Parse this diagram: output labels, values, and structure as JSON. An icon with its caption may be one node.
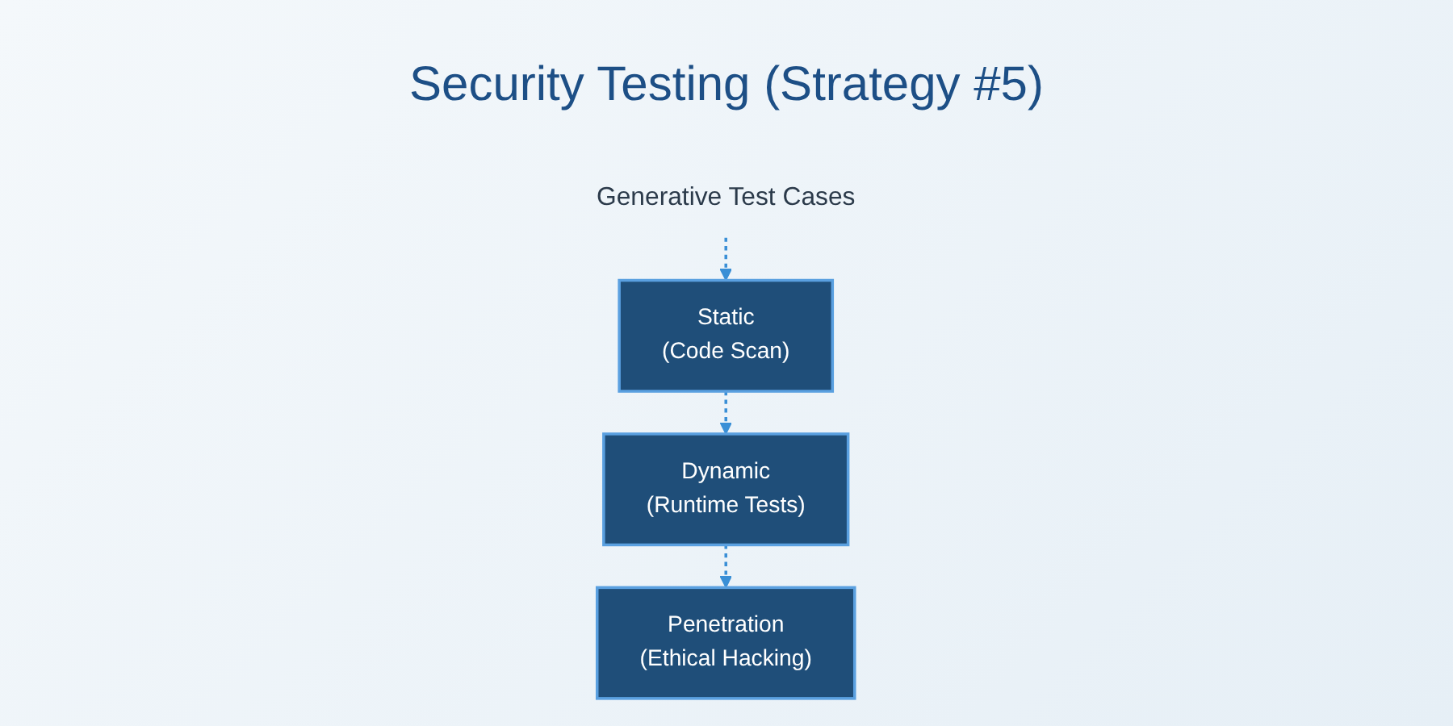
{
  "diagram": {
    "title": "Security Testing (Strategy #5)",
    "nodes": [
      {
        "text": [
          "Generative Test Cases"
        ]
      },
      {
        "text": [
          "Static",
          "(Code Scan)"
        ]
      },
      {
        "text": [
          "Dynamic",
          "(Runtime Tests)"
        ]
      },
      {
        "text": [
          "Penetration",
          "(Ethical Hacking)"
        ]
      }
    ],
    "edges": [
      {
        "from": 0,
        "to": 1,
        "arrow": "to",
        "style": "dashed"
      },
      {
        "from": 1,
        "to": 2,
        "arrow": "to",
        "style": "dashed"
      },
      {
        "from": 2,
        "to": 3,
        "arrow": "to",
        "style": "dashed"
      }
    ]
  }
}
